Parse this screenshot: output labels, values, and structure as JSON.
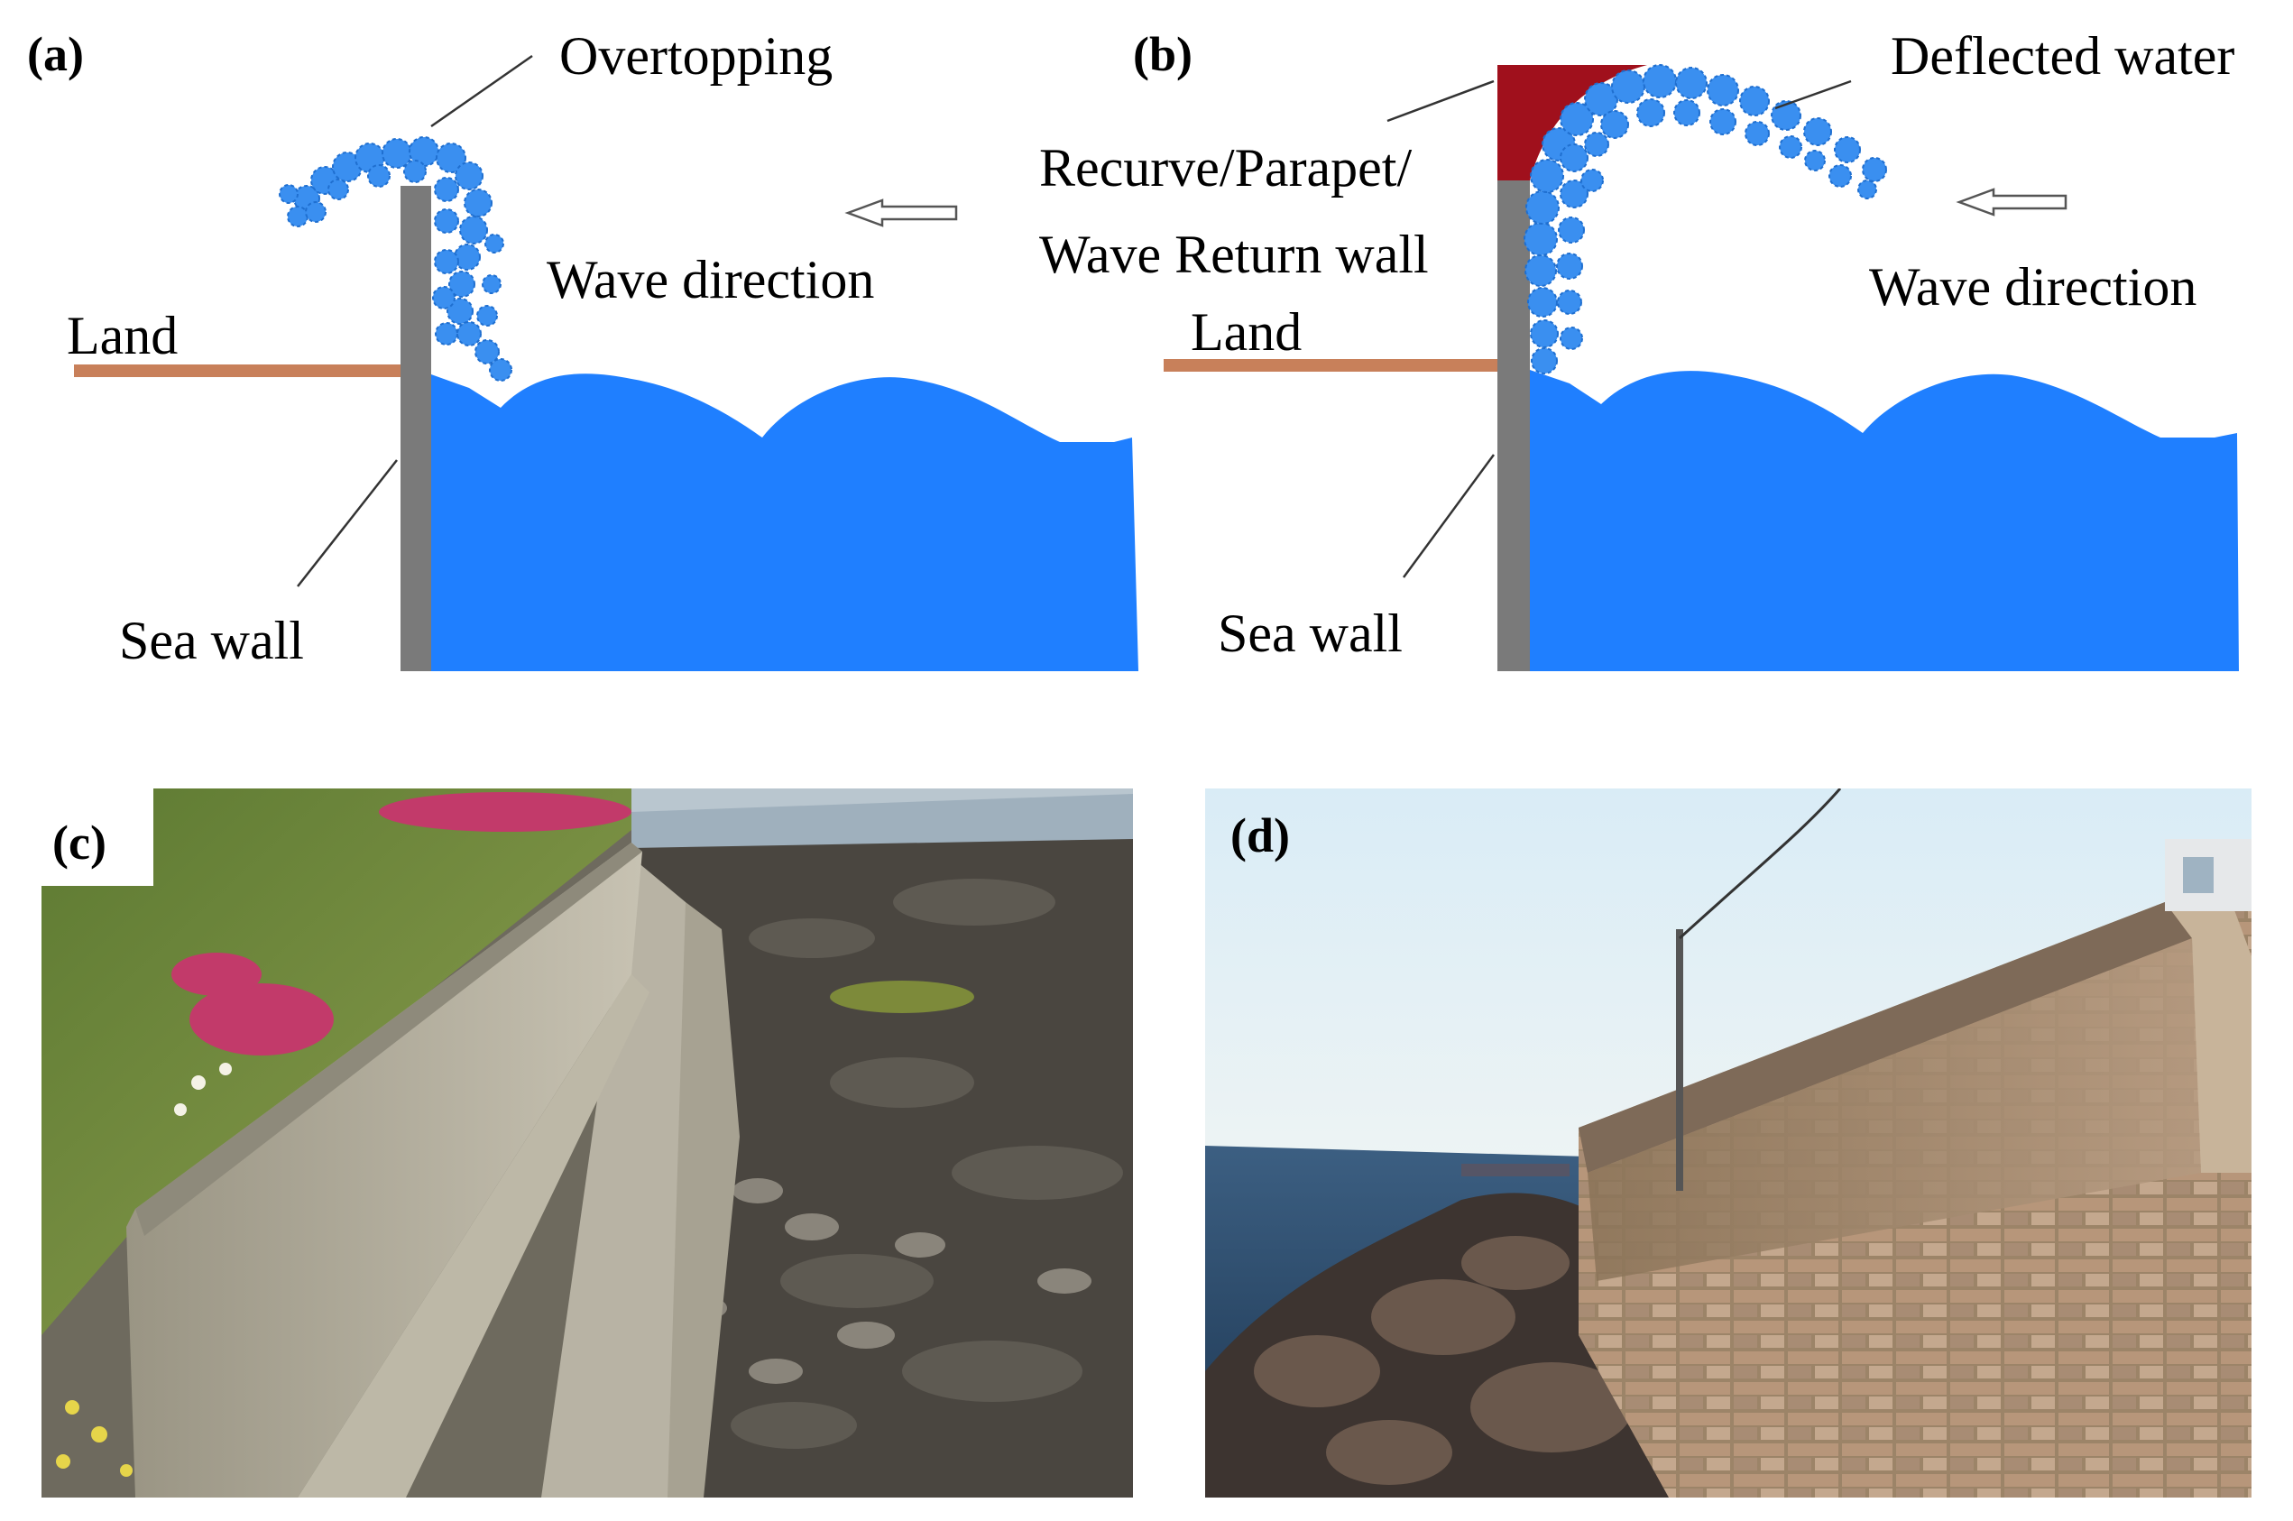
{
  "panel_a": {
    "tag": "(a)",
    "overtopping": "Overtopping",
    "wave_direction": "Wave direction",
    "land": "Land",
    "sea_wall": "Sea wall"
  },
  "panel_b": {
    "tag": "(b)",
    "deflected_water": "Deflected water",
    "recurve_line1": "Recurve/Parapet/",
    "recurve_line2": "Wave Return wall",
    "wave_direction": "Wave direction",
    "land": "Land",
    "sea_wall": "Sea wall"
  },
  "panel_c": {
    "tag": "(c)"
  },
  "panel_d": {
    "tag": "(d)"
  },
  "colors": {
    "water": "#1f7fff",
    "spray": "#3a8ff0",
    "land": "#c8805a",
    "wall": "#7a7a7a",
    "parapet": "#a0101c"
  }
}
